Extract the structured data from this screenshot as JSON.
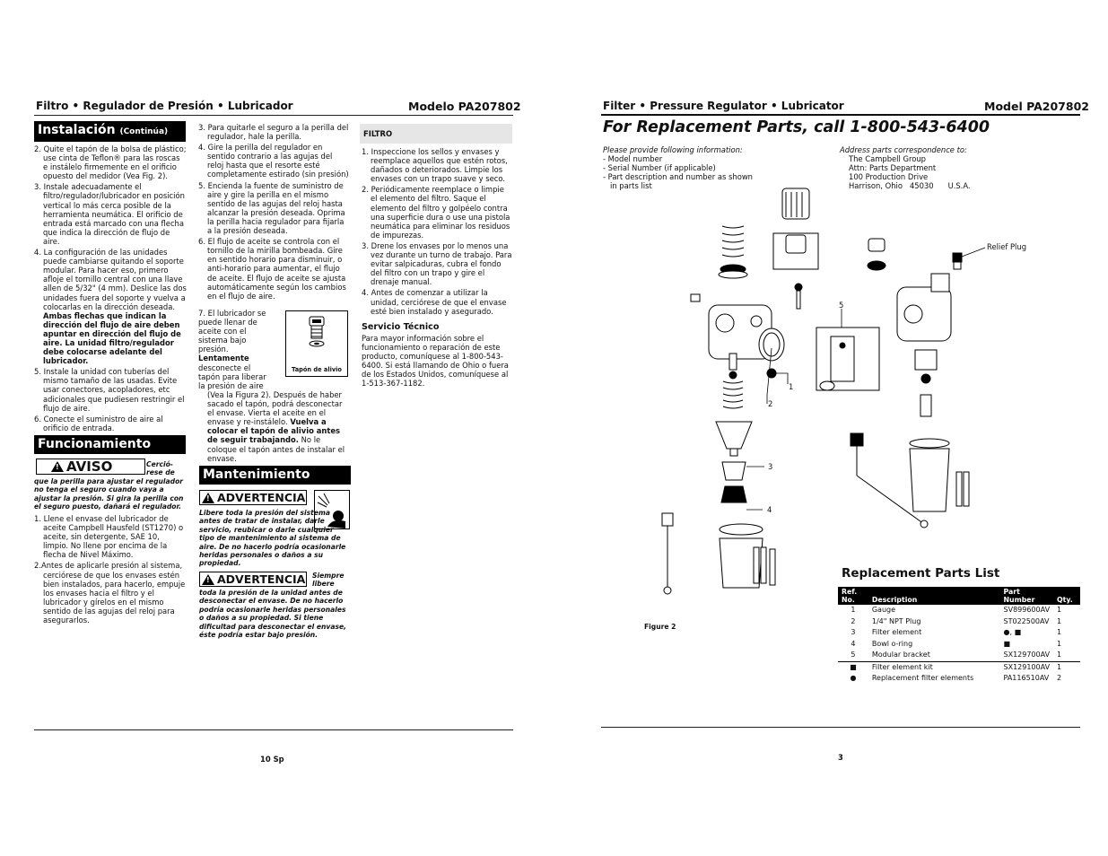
{
  "left_page": {
    "header_left": "Filtro • Regulador de Presión • Lubricador",
    "header_right": "Modelo PA207802",
    "installation": {
      "title": "Instalación",
      "title_small": "(Continúa)",
      "items": [
        "2. Quite el tapón de la bolsa de plástico; use cinta de Teflon® para las roscas e instálelo firmemente en el orificio opuesto del medidor (Vea Fig. 2).",
        "3.  Instale adecuadamente el filtro/regulador/lubricador en posición vertical lo más cerca posible de la herramienta neumática. El orificio de entrada está marcado con una flecha que indica la dirección de flujo de aire.",
        "4. La configuración de las unidades puede cambiarse quitando el soporte modular. Para hacer eso, primero afloje el tornillo central con una llave allen de 5/32\" (4 mm). Deslice las dos unidades fuera del soporte y vuelva a colocarlas en la dirección deseada.",
        "Ambas flechas que indican la dirección del flujo de aire deben apuntar en dirección del flujo de aire. La unidad filtro/regulador debe colocarse adelante del lubricador.",
        "5. Instale la unidad con tuberías del mismo tamaño de las usadas. Evite usar conectores, acopladores, etc adicionales que pudiesen restringir el flujo de aire.",
        "6.  Conecte el suministro de aire al orificio de entrada."
      ]
    },
    "operation": {
      "title": "Funcionamiento",
      "aviso_label": "AVISO",
      "aviso_inline": "Cerció-rese de",
      "aviso_text": "que la perilla para ajustar el regulador no tenga el seguro cuando vaya a ajustar la presión. Si gira la perilla con el seguro puesto, dañará el regulador.",
      "items": [
        "1.  Llene el envase del lubricador de aceite Campbell Hausfeld (ST1270) o aceite, sin detergente, SAE 10, limpio.  No llene por encima de la flecha de Nivel Máximo.",
        "2.Antes de aplicarle presión al sistema, cerciórese de que los envases estén bien instalados, para hacerlo, empuje los envases hacia el filtro y el lubricador y gírelos en el mismo sentido de las agujas del reloj para asegurarlos."
      ]
    },
    "col2": {
      "items": [
        "3. Para quitarle el seguro a la perilla del regulador, hale la perilla.",
        "4.  Gire la perilla del regulador en sentido contrario a las agujas del reloj hasta que el resorte esté completamente estirado (sin presión)",
        "5.  Encienda la fuente de suministro de aire y gire la perilla en el mismo sentido de las agujas del reloj hasta alcanzar la presión deseada. Oprima la perilla hacia regulador para fijarla a la presión deseada.",
        "6. El flujo de aceite se controla con el tornillo de la mirilla bombeada. Gire en sentido horario para disminuir, o anti-horario para aumentar, el flujo de aceite.  El flujo de aceite se ajusta automáticamente según los cambios en el flujo de aire."
      ],
      "item7_a": "7. El lubricador se puede llenar de aceite con el sistema bajo presión.",
      "item7_bold1": "Lentamente",
      "item7_b": "desconecte el tapón para liberar la presión de aire",
      "item7_c": "(Vea la Figura 2). Después de haber sacado el tapón, podrá desconectar el envase. Vierta el aceite en el envase  y re-instálelo.",
      "item7_bold2": "Vuelva a colocar el tapón de alivio antes de seguir trabajando.",
      "item7_d": "No le coloque el tapón antes de instalar el envase.",
      "plug_caption": "Tapón de alivio",
      "maintenance_title": "Mantenimiento",
      "adv1_label": "ADVERTENCIA",
      "adv1_text": "Libere toda la presión del sistema antes de tratar de instalar, darle servicio, reubicar o darle cualquier tipo de mantenimiento al sistema de aire. De no hacerlo podría ocasionarle heridas personales o daños a su propiedad.",
      "adv2_label": "ADVERTENCIA",
      "adv2_inline": "Siempre libere",
      "adv2_text": "toda la presión de la unidad antes de desconectar el envase. De no hacerlo podría ocasionarle heridas personales o daños a su propiedad. Si tiene dificultad para desconectar el envase, éste podría estar bajo presión."
    },
    "col3": {
      "filtro_title": "FILTRO",
      "items": [
        "1. Inspeccione los sellos y envases y reemplace aquellos que estén rotos, dañados o deteriorados. Limpie los envases con un trapo suave y seco.",
        "2. Periódicamente reemplace o limpie el elemento del filtro. Saque el elemento del filtro y golpéelo contra una superficie dura o use una pistola neumática para eliminar los residuos de impurezas.",
        "3. Drene los envases por lo menos una vez durante un turno de trabajo. Para evitar salpicaduras, cubra el fondo del filtro con un trapo y gire el drenaje manual.",
        "4. Antes de comenzar a utilizar la unidad, cerciórese de que el envase esté bien instalado y asegurado."
      ],
      "service_title": "Servicio Técnico",
      "service_text": "Para mayor información sobre el funcionamiento o reparación de este producto, comuníquese al 1-800-543-6400. Si está llamando de Ohio o fuera de los Estados Unidos, comuníquese al 1-513-367-1182."
    },
    "page_number": "10 Sp"
  },
  "right_page": {
    "header_left": "Filter • Pressure Regulator • Lubricator",
    "header_right": "Model PA207802",
    "title": "For Replacement Parts, call 1-800-543-6400",
    "info_intro": "Please provide following information:",
    "info_items": [
      "-  Model number",
      "-  Serial Number (if applicable)",
      "-  Part description and number as shown",
      "   in parts list"
    ],
    "address_intro": "Address parts correspondence to:",
    "address_lines": [
      "The Campbell Group",
      "Attn: Parts Department",
      "100 Production Drive",
      "Harrison, Ohio   45030      U.S.A."
    ],
    "relief_plug_label": "Relief Plug",
    "callouts": [
      "1",
      "2",
      "3",
      "4",
      "5"
    ],
    "figure_caption": "Figure 2",
    "parts_title": "Replacement Parts List",
    "table_headers": {
      "ref": "Ref. No.",
      "desc": "Description",
      "part": "Part Number",
      "qty": "Qty."
    },
    "rows": [
      {
        "ref": "1",
        "desc": "Gauge",
        "part": "SV899600AV",
        "qty": "1"
      },
      {
        "ref": "2",
        "desc": "1/4\" NPT Plug",
        "part": "ST022500AV",
        "qty": "1"
      },
      {
        "ref": "3",
        "desc": "Filter element",
        "part": "●, ■",
        "qty": "1"
      },
      {
        "ref": "4",
        "desc": "Bowl o-ring",
        "part": "■",
        "qty": "1"
      },
      {
        "ref": "5",
        "desc": "Modular bracket",
        "part": "SX129700AV",
        "qty": "1"
      },
      {
        "ref": "■",
        "desc": "Filter element kit",
        "part": "SX129100AV",
        "qty": "1"
      },
      {
        "ref": "●",
        "desc": "Replacement filter elements",
        "part": "PA116510AV",
        "qty": "2"
      }
    ],
    "page_number": "3"
  }
}
